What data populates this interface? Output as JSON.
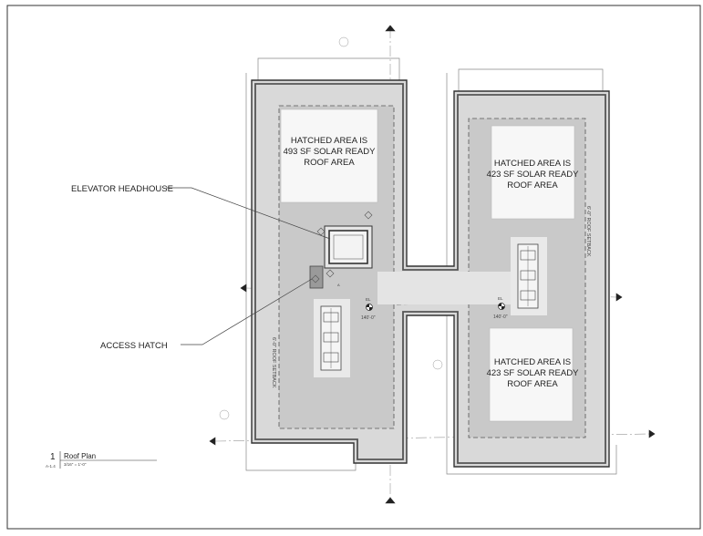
{
  "drawing": {
    "areas": [
      {
        "line1": "HATCHED AREA IS",
        "line2": "493 SF SOLAR READY",
        "line3": "ROOF AREA"
      },
      {
        "line1": "HATCHED AREA IS",
        "line2": "423 SF SOLAR READY",
        "line3": "ROOF AREA"
      },
      {
        "line1": "HATCHED AREA IS",
        "line2": "423 SF SOLAR READY",
        "line3": "ROOF AREA"
      }
    ],
    "callouts": {
      "elevator": "ELEVATOR HEADHOUSE",
      "hatch": "ACCESS HATCH"
    },
    "setback_left": "6'-0\" ROOF SETBACK",
    "setback_right": "6'-0\" ROOF SETBACK",
    "elevations": [
      {
        "tag": "EL",
        "value": "140'-0\""
      },
      {
        "tag": "EL",
        "value": "140'-0\""
      }
    ],
    "title_block": {
      "number": "1",
      "sheet": "A-1.4",
      "title": "Roof Plan",
      "scale": "3/16\" = 1'-0\""
    }
  }
}
